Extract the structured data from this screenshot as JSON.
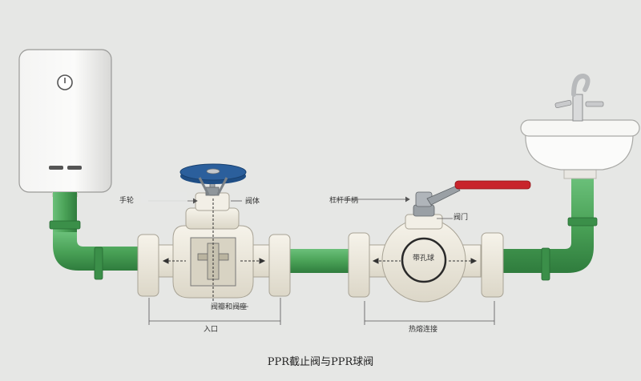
{
  "diagram": {
    "caption": "PPR截止阀与PPR球阀",
    "labels": {
      "handwheel": "手轮",
      "valve_body": "阀体",
      "disc_seat": "阀瓣和阀座",
      "inlet": "入口",
      "lever_handle": "杠杆手柄",
      "valve_gate": "阀门",
      "bore_ball": "带孔球",
      "socket_weld": "热熔连接"
    },
    "colors": {
      "pipe_green": "#4aa257",
      "fitting_white": "#ece8dc",
      "wheel_blue": "#2b5f9c",
      "lever_red": "#c8242b",
      "background": "#e6e7e5"
    }
  }
}
